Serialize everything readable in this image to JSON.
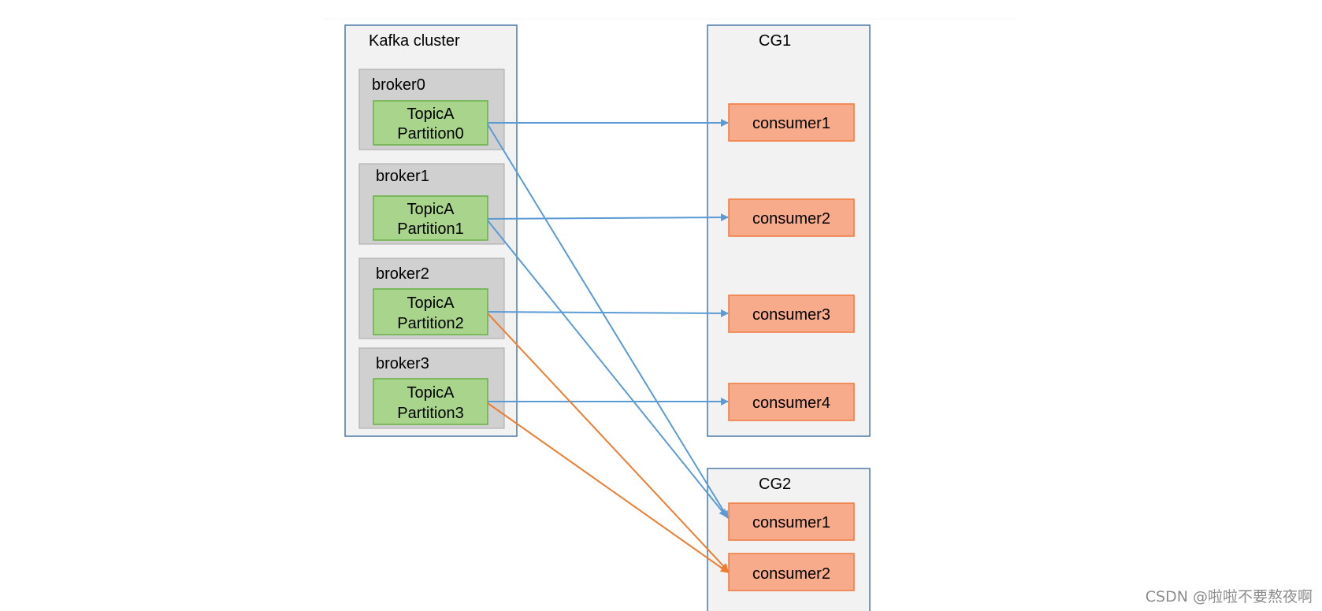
{
  "colors": {
    "panel_fill": "#f2f2f2",
    "panel_border": "#4a79a8",
    "broker_fill": "#d0d0d0",
    "broker_border": "#a8a8a8",
    "partition_fill": "#a8d48c",
    "partition_border": "#66b045",
    "consumer_fill": "#f8ab8a",
    "consumer_border": "#f07a3e",
    "arrow_cg1": "#5b9bd5",
    "arrow_cg2": "#ed7d31"
  },
  "cluster": {
    "title": "Kafka cluster",
    "brokers": [
      {
        "name": "broker0",
        "topic": "TopicA",
        "partition": "Partition0"
      },
      {
        "name": "broker1",
        "topic": "TopicA",
        "partition": "Partition1"
      },
      {
        "name": "broker2",
        "topic": "TopicA",
        "partition": "Partition2"
      },
      {
        "name": "broker3",
        "topic": "TopicA",
        "partition": "Partition3"
      }
    ]
  },
  "cg1": {
    "title": "CG1",
    "consumers": [
      "consumer1",
      "consumer2",
      "consumer3",
      "consumer4"
    ]
  },
  "cg2": {
    "title": "CG2",
    "consumers": [
      "consumer1",
      "consumer2"
    ]
  },
  "watermark": "CSDN @啦啦不要熬夜啊"
}
